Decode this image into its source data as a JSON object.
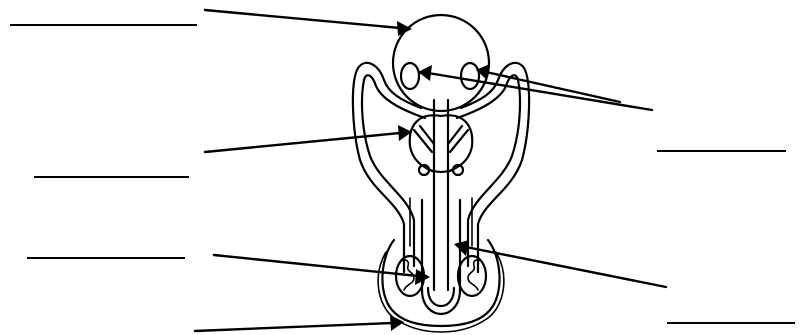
{
  "diagram": {
    "labels": [
      {
        "id": "label-top-left",
        "text": ""
      },
      {
        "id": "label-right-upper",
        "text": ""
      },
      {
        "id": "label-left-middle",
        "text": ""
      },
      {
        "id": "label-left-lower",
        "text": ""
      },
      {
        "id": "label-right-lower",
        "text": ""
      },
      {
        "id": "label-bottom-left",
        "text": ""
      }
    ]
  }
}
